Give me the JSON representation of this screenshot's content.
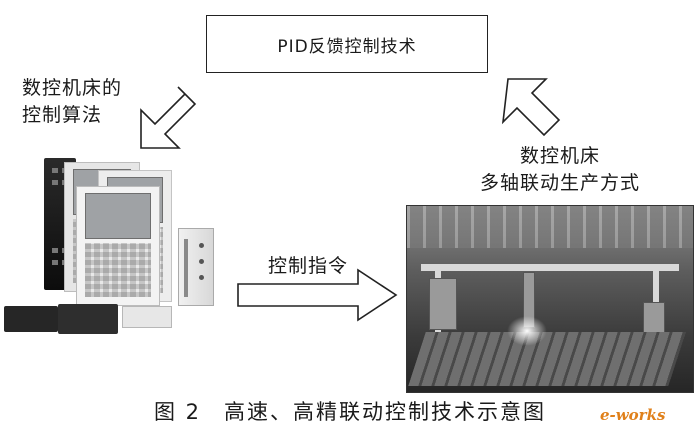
{
  "pid_box": {
    "label": "PID反馈控制技术"
  },
  "labels": {
    "cnc_control_algorithm": [
      "数控机床的",
      "控制算法"
    ],
    "cnc_multi_axis": [
      "数控机床",
      "多轴联动生产方式"
    ],
    "control_command": "控制指令"
  },
  "caption": "图 2　高速、高精联动控制技术示意图",
  "watermark": "e-works",
  "colors": {
    "line": "#222222",
    "watermark": "#e0801a"
  }
}
